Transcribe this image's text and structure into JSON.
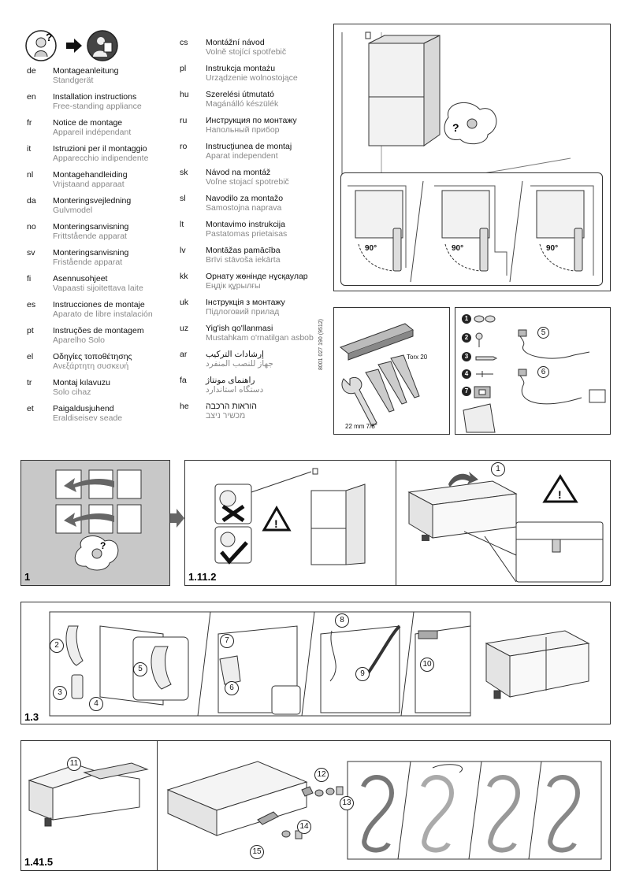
{
  "languages_left": [
    {
      "code": "de",
      "title": "Montageanleitung",
      "subtitle": "Standgerät"
    },
    {
      "code": "en",
      "title": "Installation instructions",
      "subtitle": "Free-standing appliance"
    },
    {
      "code": "fr",
      "title": "Notice de montage",
      "subtitle": "Appareil indépendant"
    },
    {
      "code": "it",
      "title": "Istruzioni per il montaggio",
      "subtitle": "Apparecchio indipendente"
    },
    {
      "code": "nl",
      "title": "Montagehandleiding",
      "subtitle": "Vrijstaand apparaat"
    },
    {
      "code": "da",
      "title": "Monteringsvejledning",
      "subtitle": "Gulvmodel"
    },
    {
      "code": "no",
      "title": "Monteringsanvisning",
      "subtitle": "Frittstående apparat"
    },
    {
      "code": "sv",
      "title": "Monteringsanvisning",
      "subtitle": "Fristående apparat"
    },
    {
      "code": "fi",
      "title": "Asennusohjeet",
      "subtitle": "Vapaasti sijoitettava laite"
    },
    {
      "code": "es",
      "title": "Instrucciones de montaje",
      "subtitle": "Aparato de libre instalación"
    },
    {
      "code": "pt",
      "title": "Instruções de montagem",
      "subtitle": "Aparelho Solo"
    },
    {
      "code": "el",
      "title": "Οδηγίες τοποθέτησης",
      "subtitle": "Ανεξάρτητη συσκευή"
    },
    {
      "code": "tr",
      "title": "Montaj kılavuzu",
      "subtitle": "Solo cihaz"
    },
    {
      "code": "et",
      "title": "Paigaldusjuhend",
      "subtitle": "Eraldiseisev seade"
    }
  ],
  "languages_right": [
    {
      "code": "cs",
      "title": "Montážní návod",
      "subtitle": "Volně stojící spotřebič"
    },
    {
      "code": "pl",
      "title": "Instrukcja montażu",
      "subtitle": "Urządzenie wolnostojące"
    },
    {
      "code": "hu",
      "title": "Szerelési útmutató",
      "subtitle": "Magánálló készülék"
    },
    {
      "code": "ru",
      "title": "Инструкция по монтажу",
      "subtitle": "Напольный прибор"
    },
    {
      "code": "ro",
      "title": "Instrucţiunea de montaj",
      "subtitle": "Aparat independent"
    },
    {
      "code": "sk",
      "title": "Návod na montáž",
      "subtitle": "Voľne stojací spotrebič"
    },
    {
      "code": "sl",
      "title": "Navodilo za montažo",
      "subtitle": "Samostojna naprava"
    },
    {
      "code": "lt",
      "title": "Montavimo instrukcija",
      "subtitle": "Pastatomas prietaisas"
    },
    {
      "code": "lv",
      "title": "Montāžas pamācība",
      "subtitle": "Brīvi stāvoša iekārta"
    },
    {
      "code": "kk",
      "title": "Орнату жөнінде нұсқаулар",
      "subtitle": "Еңдік құрылғы"
    },
    {
      "code": "uk",
      "title": "Інструкція з монтажу",
      "subtitle": "Підлоговий прилад"
    },
    {
      "code": "uz",
      "title": "Yig'ish qo'llanmasi",
      "subtitle": "Mustahkam o'rnatilgan asbob"
    },
    {
      "code": "ar",
      "title": "إرشادات التركيب",
      "subtitle": "جهاز للنصب المنفرد"
    },
    {
      "code": "fa",
      "title": "راهنمای مونتاژ",
      "subtitle": "دستگاه استاندارد"
    },
    {
      "code": "he",
      "title": "הוראות הרכבה",
      "subtitle": "מכשיר ניצב"
    }
  ],
  "document_number": "8001 027 190 (9512)",
  "hinge_angles": [
    "90°",
    "90°",
    "90°"
  ],
  "tools": {
    "torx": "Torx 20",
    "wrench": "22 mm  7/8\""
  },
  "parts_numbers": [
    "1",
    "2",
    "3",
    "4",
    "5",
    "6",
    "7"
  ],
  "steps": {
    "s1": "1",
    "s2": "1.11.2",
    "s3": "1.3",
    "s4": "1.41.5"
  },
  "callouts": [
    "1",
    "2",
    "3",
    "4",
    "5",
    "6",
    "7",
    "8",
    "9",
    "10",
    "11",
    "12",
    "13",
    "14",
    "15"
  ]
}
